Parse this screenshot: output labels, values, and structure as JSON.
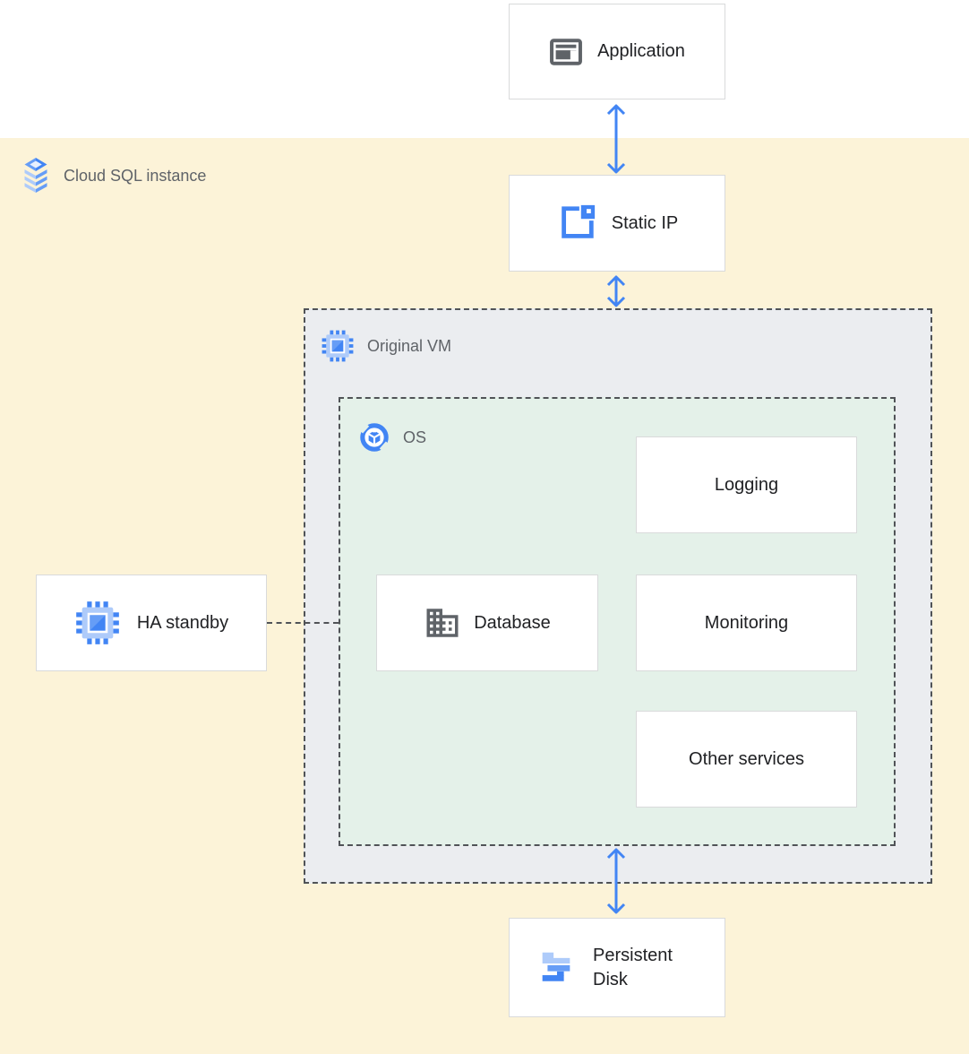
{
  "zones": {
    "cloud_sql": {
      "label": "Cloud SQL instance"
    },
    "original_vm": {
      "label": "Original VM"
    },
    "os": {
      "label": "OS"
    }
  },
  "nodes": {
    "application": {
      "label": "Application"
    },
    "static_ip": {
      "label": "Static IP"
    },
    "logging": {
      "label": "Logging"
    },
    "database": {
      "label": "Database"
    },
    "monitoring": {
      "label": "Monitoring"
    },
    "other_services": {
      "label": "Other services"
    },
    "ha_standby": {
      "label": "HA standby"
    },
    "persistent_disk": {
      "label": "Persistent Disk"
    }
  },
  "connections": [
    {
      "from": "application",
      "to": "static_ip",
      "type": "bidirectional-arrow"
    },
    {
      "from": "static_ip",
      "to": "original_vm",
      "type": "bidirectional-arrow"
    },
    {
      "from": "os",
      "to": "persistent_disk",
      "type": "bidirectional-arrow"
    },
    {
      "from": "ha_standby",
      "to": "os",
      "type": "dashed-line"
    }
  ],
  "icons": {
    "cloud_sql": "cloud-sql-icon",
    "application": "application-window-icon",
    "static_ip": "static-ip-icon",
    "original_vm": "compute-engine-chip-icon",
    "os": "os-circle-icon",
    "database": "database-building-icon",
    "ha_standby": "compute-engine-chip-icon",
    "persistent_disk": "persistent-disk-icon"
  },
  "colors": {
    "canvas_top_bg": "#ffffff",
    "cloud_sql_zone_bg": "#fcf3d8",
    "vm_zone_bg": "#ebedf0",
    "os_zone_bg": "#e4f1e9",
    "node_bg": "#ffffff",
    "node_border": "#d9dadb",
    "dashed_border": "#505357",
    "arrow_blue": "#4285f4",
    "blue_mid": "#669df6",
    "blue_light": "#aecbfa",
    "icon_gray": "#5f6368",
    "zone_label_text": "#5f6368",
    "node_label_text": "#202124"
  }
}
